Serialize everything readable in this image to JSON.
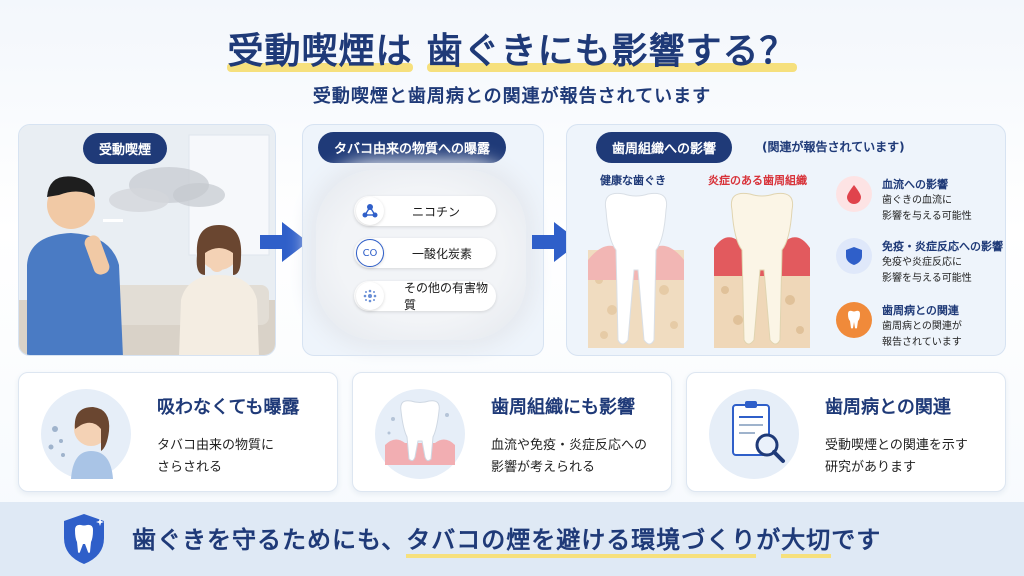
{
  "header": {
    "title_pre": "受動喫煙は",
    "title_main": "歯ぐきにも影響する？",
    "subtitle": "受動喫煙と歯周病との関連が報告されています"
  },
  "panels": {
    "passive": {
      "label": "受動喫煙"
    },
    "exposure": {
      "label": "タバコ由来の物質への曝露",
      "items": [
        {
          "label": "ニコチン",
          "icon": "molecule-icon"
        },
        {
          "label": "一酸化炭素",
          "icon": "co-icon",
          "icon_text": "CO"
        },
        {
          "label": "その他の有害物質",
          "icon": "particles-icon"
        }
      ]
    },
    "gum": {
      "label": "歯周組織への影響",
      "note": "(関連が報告されています)",
      "healthy_label": "健康な歯ぐき",
      "inflamed_label": "炎症のある歯周組織",
      "effects": [
        {
          "title": "血流への影響",
          "desc": [
            "歯ぐきの血流に",
            "影響を与える可能性"
          ],
          "icon": "blood-drop-icon",
          "color": "#e0434c",
          "bg": "#fde3e4"
        },
        {
          "title": "免疫・炎症反応への影響",
          "desc": [
            "免疫や炎症反応に",
            "影響を与える可能性"
          ],
          "icon": "shield-icon",
          "color": "#2f5fc9",
          "bg": "#dfe8fa"
        },
        {
          "title": "歯周病との関連",
          "desc": [
            "歯周病との関連が",
            "報告されています"
          ],
          "icon": "tooth-icon",
          "color": "#f08a3a",
          "bg": "#fde8d6"
        }
      ]
    }
  },
  "cards": [
    {
      "title": "吸わなくても曝露",
      "desc": [
        "タバコ由来の物質に",
        "さらされる"
      ],
      "icon": "woman-profile-icon"
    },
    {
      "title": "歯周組織にも影響",
      "desc": [
        "血流や免疫・炎症反応への",
        "影響が考えられる"
      ],
      "icon": "tooth-gum-icon"
    },
    {
      "title": "歯周病との関連",
      "desc": [
        "受動喫煙との関連を示す",
        "研究があります"
      ],
      "icon": "report-magnifier-icon"
    }
  ],
  "footer": {
    "text_a": "歯ぐきを守るためにも、",
    "text_b": "タバコの煙を避ける環境づくり",
    "text_c": "が",
    "text_d": "大切",
    "text_e": "です"
  },
  "colors": {
    "navy": "#1f3a78",
    "accent_yellow": "#f6e07d",
    "arrow_blue": "#2f5fc9"
  }
}
